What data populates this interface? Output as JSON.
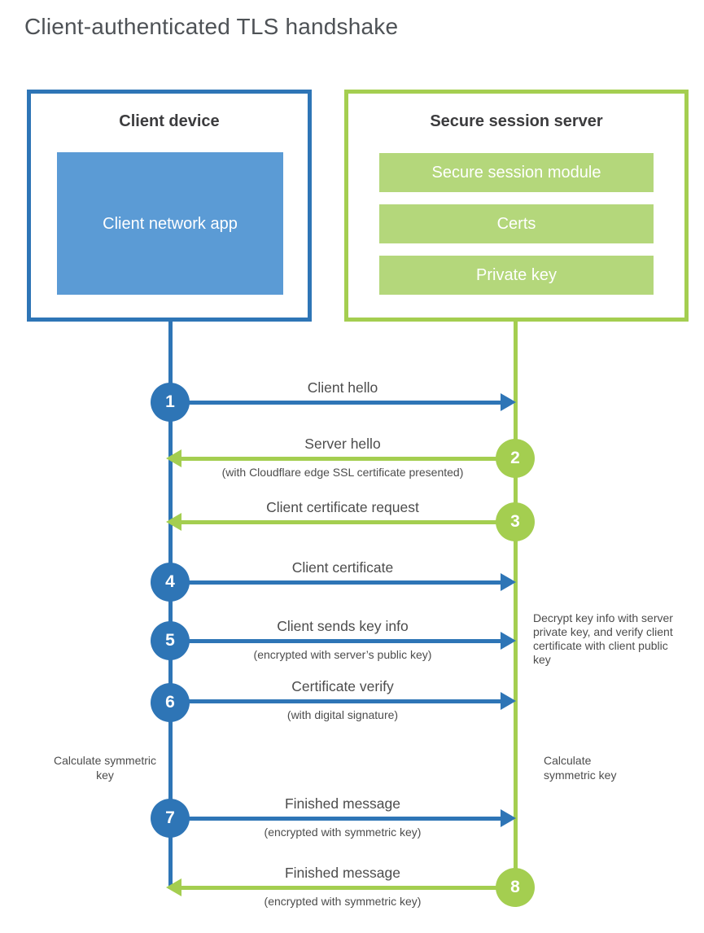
{
  "title": "Client-authenticated TLS handshake",
  "colors": {
    "blue_line": "#2e75b6",
    "blue_fill": "#5b9bd5",
    "green_line": "#a4ce50",
    "green_fill": "#b4d77b",
    "text": "#4c4c4c"
  },
  "client_box": {
    "title": "Client device",
    "inner_label": "Client network app"
  },
  "server_box": {
    "title": "Secure session server",
    "modules": [
      "Secure session module",
      "Certs",
      "Private key"
    ]
  },
  "steps": [
    {
      "num": "1",
      "direction": "right",
      "color": "blue",
      "label": "Client hello",
      "sub": ""
    },
    {
      "num": "2",
      "direction": "left",
      "color": "green",
      "label": "Server hello",
      "sub": "(with Cloudflare edge SSL certificate presented)"
    },
    {
      "num": "3",
      "direction": "left",
      "color": "green",
      "label": "Client certificate request",
      "sub": ""
    },
    {
      "num": "4",
      "direction": "right",
      "color": "blue",
      "label": "Client certificate",
      "sub": ""
    },
    {
      "num": "5",
      "direction": "right",
      "color": "blue",
      "label": "Client sends key info",
      "sub": "(encrypted with server’s public key)"
    },
    {
      "num": "6",
      "direction": "right",
      "color": "blue",
      "label": "Certificate verify",
      "sub": "(with digital signature)"
    },
    {
      "num": "7",
      "direction": "right",
      "color": "blue",
      "label": "Finished message",
      "sub": "(encrypted with symmetric key)"
    },
    {
      "num": "8",
      "direction": "left",
      "color": "green",
      "label": "Finished message",
      "sub": "(encrypted with symmetric key)"
    }
  ],
  "notes": {
    "decrypt": "Decrypt key info with server private key, and verify client certificate with client public key",
    "calc_left": "Calculate symmetric key",
    "calc_right": "Calculate symmetric key"
  }
}
